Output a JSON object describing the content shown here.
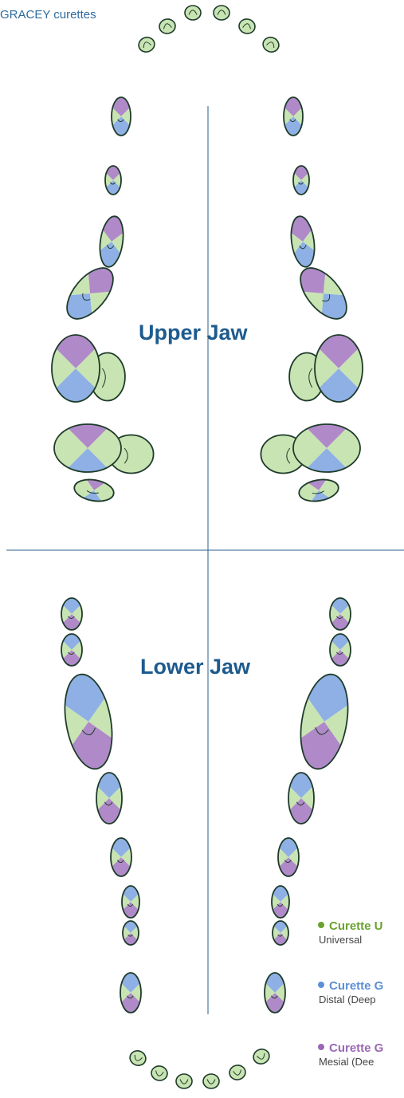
{
  "header": {
    "title": "GRACEY curettes"
  },
  "upper_jaw": {
    "title": "Upper Jaw"
  },
  "lower_jaw": {
    "title": "Lower Jaw"
  },
  "legend": [
    {
      "name": "Curette U",
      "description": "Universal",
      "color": "#6aa22f"
    },
    {
      "name": "Curette G",
      "description": "Distal (Deep",
      "color": "#5d8fd6"
    },
    {
      "name": "Curette G",
      "description": "Mesial (Dee",
      "color": "#9a68b5"
    }
  ],
  "colors": {
    "universal_fill": "#c9e4b3",
    "distal_fill": "#8fb0e4",
    "mesial_fill": "#b08ac8",
    "outline": "#1e3b2a",
    "axis": "#2a5f8e"
  }
}
